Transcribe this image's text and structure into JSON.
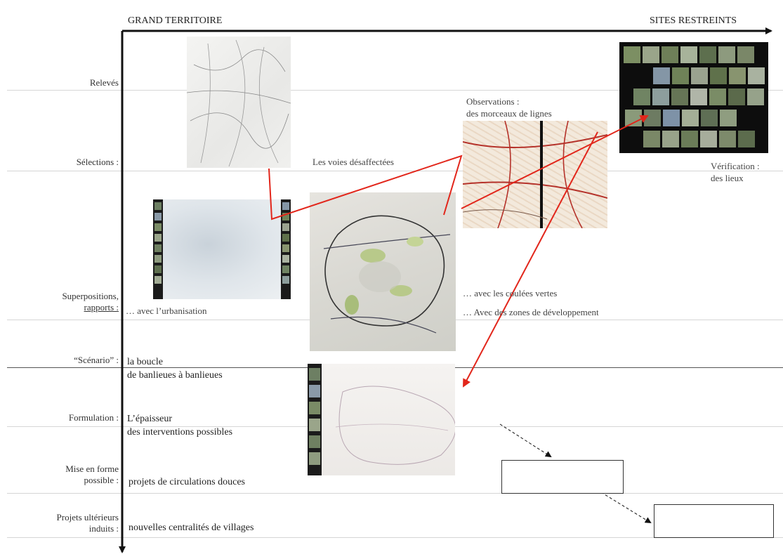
{
  "axes": {
    "horizontal_start": "GRAND TERRITOIRE",
    "horizontal_end": "SITES RESTREINTS"
  },
  "rows": [
    {
      "label": "Relevés"
    },
    {
      "label": "Sélections :"
    },
    {
      "label_line1": "Superpositions,",
      "label_line2": "rapports :"
    },
    {
      "label": "“Scénario” :"
    },
    {
      "label": "Formulation :"
    },
    {
      "label_line1": "Mise en forme",
      "label_line2": "possible :"
    },
    {
      "label_line1": "Projets ultérieurs",
      "label_line2": "induits :"
    }
  ],
  "texts": {
    "voies": "Les voies désaffectées",
    "observations_line1": "Observations :",
    "observations_line2": "des morceaux de lignes",
    "verification_line1": "Vérification :",
    "verification_line2": "des lieux",
    "urbanisation": "… avec l’urbanisation",
    "coulees": "… avec les coulées vertes",
    "zones": "… Avec des zones de développement",
    "scenario_line1": "la boucle",
    "scenario_line2": "de banlieues à banlieues",
    "formulation_line1": "L’épaisseur",
    "formulation_line2": "des interventions possibles",
    "mise_en_forme": "projets de circulations douces",
    "projets": "nouvelles centralités de villages"
  },
  "colors": {
    "arrow": "#e2261b",
    "axis": "#111111"
  },
  "images": [
    {
      "name": "releves-map-photo",
      "kind": "map"
    },
    {
      "name": "contact-sheet-photo",
      "kind": "photos"
    },
    {
      "name": "topographic-map-photo",
      "kind": "map"
    },
    {
      "name": "urbanisation-map-photo",
      "kind": "map"
    },
    {
      "name": "superposition-map-photo",
      "kind": "map"
    },
    {
      "name": "scenario-map-photo",
      "kind": "map"
    }
  ]
}
